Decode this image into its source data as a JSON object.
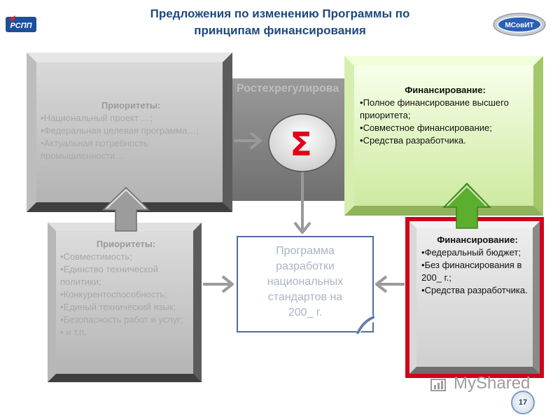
{
  "title": "Предложения по изменению Программы по принципам финансирования",
  "title_lines": [
    "Предложения по изменению Программы по",
    "принципам финансирования"
  ],
  "logo_left": {
    "text": "РСПП",
    "icon": "rspp-logo-icon"
  },
  "logo_right": {
    "text": "МСовИТ",
    "icon": "msovit-logo-icon"
  },
  "top_left_box": {
    "heading": "Приоритеты:",
    "items": [
      "Национальный проект …;",
      "Федеральная целевая программа…;",
      "Актуальная потребность промышленности…"
    ]
  },
  "center_banner": {
    "label": "Ростехрегулирова"
  },
  "sum_symbol": "Σ",
  "top_right_box": {
    "heading": "Финансирование:",
    "items": [
      "Полное финансирование высшего приоритета;",
      "Совместное финансирование;",
      "Средства разработчика."
    ]
  },
  "bottom_left_box": {
    "heading": "Приоритеты:",
    "items": [
      "Совместимость;",
      "Единство технической политики;",
      "Конкурентоспособность;",
      "Единый технический язык;",
      "Безопасность работ и услуг;",
      " и т.п."
    ]
  },
  "program_box": {
    "lines": [
      "Программа",
      "разработки",
      "национальных",
      "стандартов на",
      "200_ г."
    ]
  },
  "bottom_right_box": {
    "heading": "Финансирование:",
    "items": [
      "Федеральный бюджет;",
      "Без финансирования в 200_ г.;",
      "Средства разработчика."
    ]
  },
  "slide_number": "17",
  "watermark": {
    "text": "MyShared",
    "icon": "myshared-logo-icon"
  },
  "colors": {
    "title": "#1f497d",
    "green_arrow": "#5cae2e",
    "red_frame": "#d0021b",
    "sum_red": "#e2001a",
    "gray_arrow": "#9a9a9a"
  }
}
